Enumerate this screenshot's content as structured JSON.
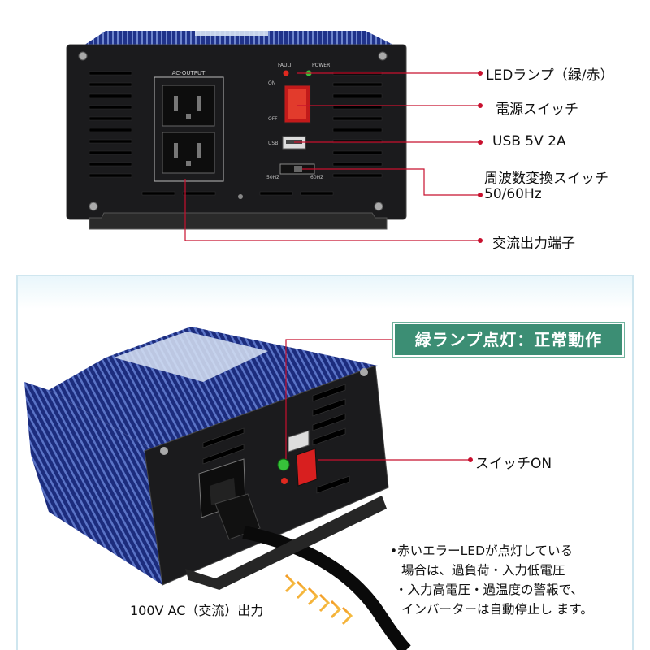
{
  "top": {
    "device_labels": {
      "ac_output": "AC-OUTPUT",
      "fault": "FAULT",
      "power": "POWER",
      "on": "ON",
      "off": "OFF",
      "usb": "USB",
      "hz50": "50HZ",
      "hz60": "60HZ"
    },
    "callouts": {
      "led": "LEDランプ（緑/赤）",
      "power_switch": "電源スイッチ",
      "usb": "USB  5V  2A",
      "freq_line1": "周波数変換スイッチ",
      "freq_line2": "50/60Hz",
      "ac_terminal": "交流出力端子"
    }
  },
  "bottom": {
    "banner": "緑ランプ点灯：正常動作",
    "switch_on": "スイッチON",
    "ac_output_label": "100V AC（交流）出力",
    "note_lines": [
      "•赤いエラーLEDが点灯している",
      "場合は、過負荷・入力低電圧",
      "・入力高電圧・過温度の警報で、",
      "インバーターは自動停止し ます。"
    ]
  },
  "colors": {
    "callout_line": "#c8102e",
    "device_panel": "#1b1b1d",
    "chassis_blue": "#1e2f7a",
    "banner_green": "#3c8e74",
    "led_green": "#37c23a",
    "led_red": "#e0291f",
    "switch_red": "#d81f1f"
  }
}
